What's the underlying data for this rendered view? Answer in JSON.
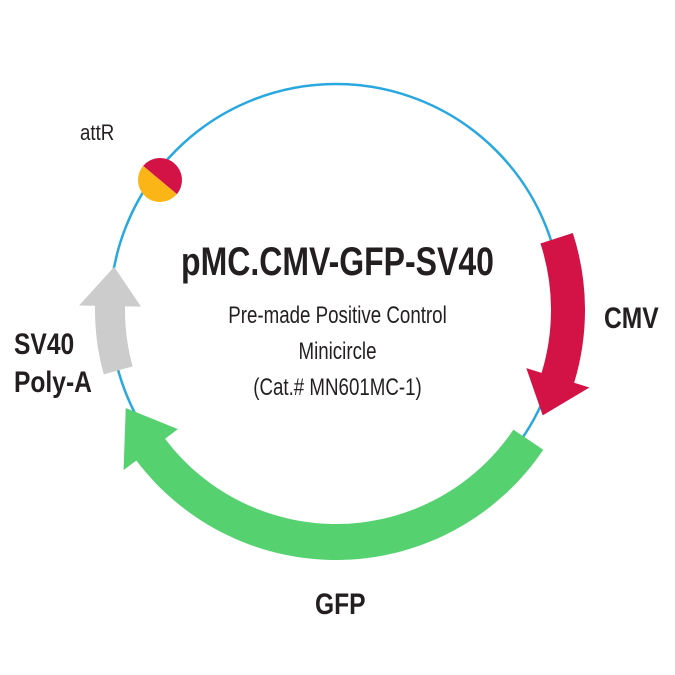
{
  "plasmid": {
    "title": "pMC.CMV-GFP-SV40",
    "subtitle_lines": [
      "Pre-made Positive Control",
      "Minicircle",
      "(Cat.# MN601MC-1)"
    ],
    "backbone_color": "#29a8e0"
  },
  "features": [
    {
      "name": "CMV",
      "label": "CMV",
      "type": "promoter",
      "direction": "clockwise",
      "color": "#d31245"
    },
    {
      "name": "GFP",
      "label": "GFP",
      "type": "gene",
      "direction": "clockwise",
      "color": "#55d170"
    },
    {
      "name": "SV40 Poly-A",
      "label_lines": [
        "SV40",
        "Poly-A"
      ],
      "type": "polyA",
      "direction": "clockwise",
      "color": "#cccccc"
    },
    {
      "name": "attR",
      "label": "attR",
      "type": "site",
      "colors": [
        "#d31245",
        "#fbb516"
      ]
    }
  ]
}
